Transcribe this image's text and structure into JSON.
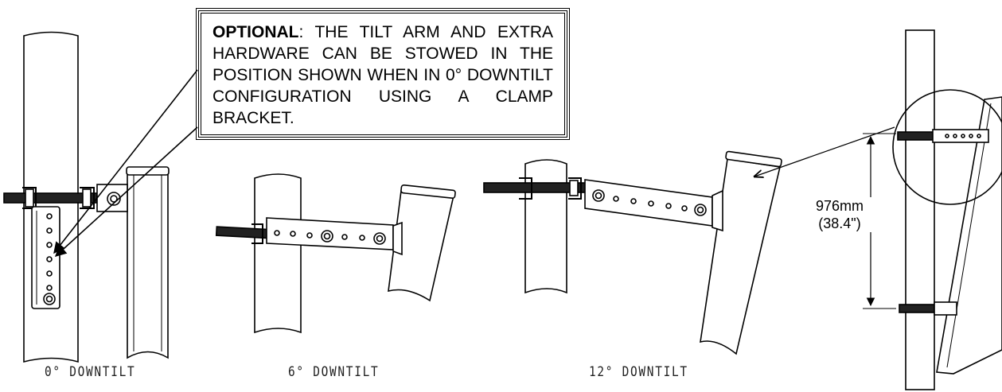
{
  "note": {
    "title": "OPTIONAL",
    "text": ": THE TILT ARM AND EXTRA HARDWARE CAN BE STOWED IN THE POSITION SHOWN WHEN IN 0° DOWNTILT CONFIGURATION USING A CLAMP BRACKET."
  },
  "captions": {
    "tilt_0": "0° DOWNTILT",
    "tilt_6": "6° DOWNTILT",
    "tilt_12": "12° DOWNTILT"
  },
  "dimension": {
    "metric": "976mm",
    "imperial": "(38.4\")"
  }
}
